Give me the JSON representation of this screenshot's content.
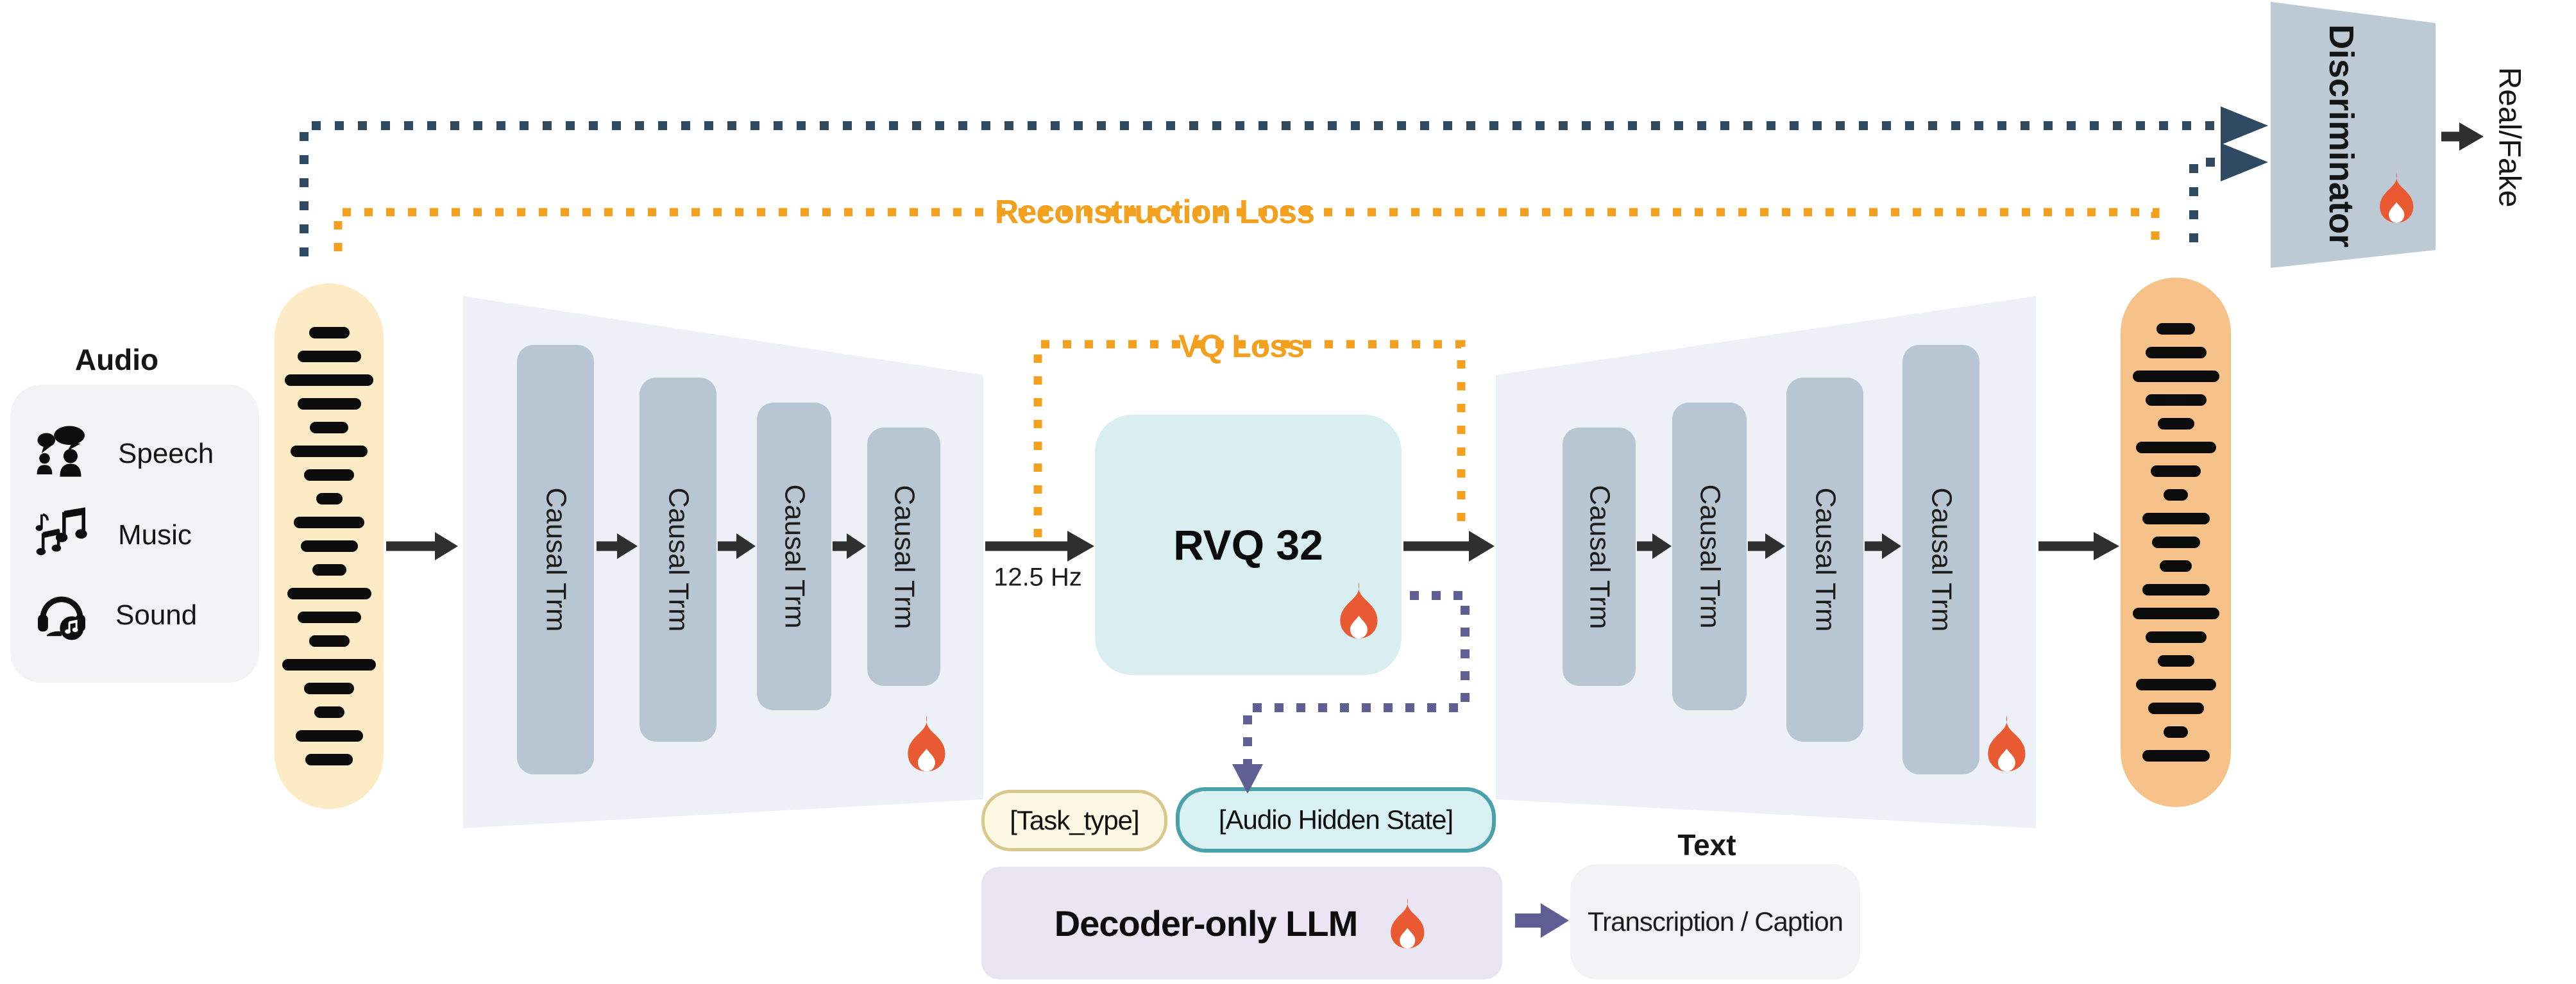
{
  "diagram": {
    "audio_panel": {
      "title": "Audio",
      "items": [
        {
          "label": "Speech",
          "icon": "speech-people-icon"
        },
        {
          "label": "Music",
          "icon": "music-notes-icon"
        },
        {
          "label": "Sound",
          "icon": "headphones-icon"
        }
      ]
    },
    "encoder": {
      "block_label": "Causal Trm",
      "num_blocks": 4
    },
    "decoder": {
      "block_label": "Causal Trm",
      "num_blocks": 4
    },
    "quantizer": {
      "label": "RVQ 32",
      "frame_rate": "12.5 Hz"
    },
    "losses": {
      "reconstruction": "Reconstruction Loss",
      "vq": "VQ Loss"
    },
    "discriminator": {
      "label": "Discriminator",
      "output": "Real/Fake"
    },
    "llm": {
      "task_token": "[Task_type]",
      "audio_token": "[Audio Hidden State]",
      "label": "Decoder-only LLM",
      "output_title": "Text",
      "output": "Transcription / Caption"
    }
  },
  "colors": {
    "navy": "#2e4b63",
    "orange": "#f2a01e",
    "purple": "#5f5f95",
    "arrow": "#2f2f2f",
    "trapezoid": "#edf0f6",
    "causal": "#b8c6d3",
    "discriminator": "#bdcad6",
    "rvq": "#d9eef0",
    "panel": "#f3f3f5",
    "wave-in": "#fdebc5",
    "wave-out": "#f6c289",
    "llm": "#e9e5f2",
    "task-fill": "#fdf8e4",
    "task-border": "#d9c88c",
    "ahs-fill": "#d9f1f3",
    "ahs-border": "#4aa1ac",
    "fire": "#e95a33"
  },
  "waveforms": {
    "input": [
      0.42,
      0.66,
      0.92,
      0.66,
      0.4,
      0.8,
      0.52,
      0.27,
      0.73,
      0.59,
      0.35,
      0.87,
      0.66,
      0.42,
      0.97,
      0.52,
      0.31,
      0.7,
      0.49
    ],
    "output": [
      0.4,
      0.63,
      0.9,
      0.63,
      0.38,
      0.83,
      0.52,
      0.25,
      0.7,
      0.5,
      0.33,
      0.7,
      0.9,
      0.63,
      0.38,
      0.83,
      0.58,
      0.25,
      0.7
    ]
  }
}
